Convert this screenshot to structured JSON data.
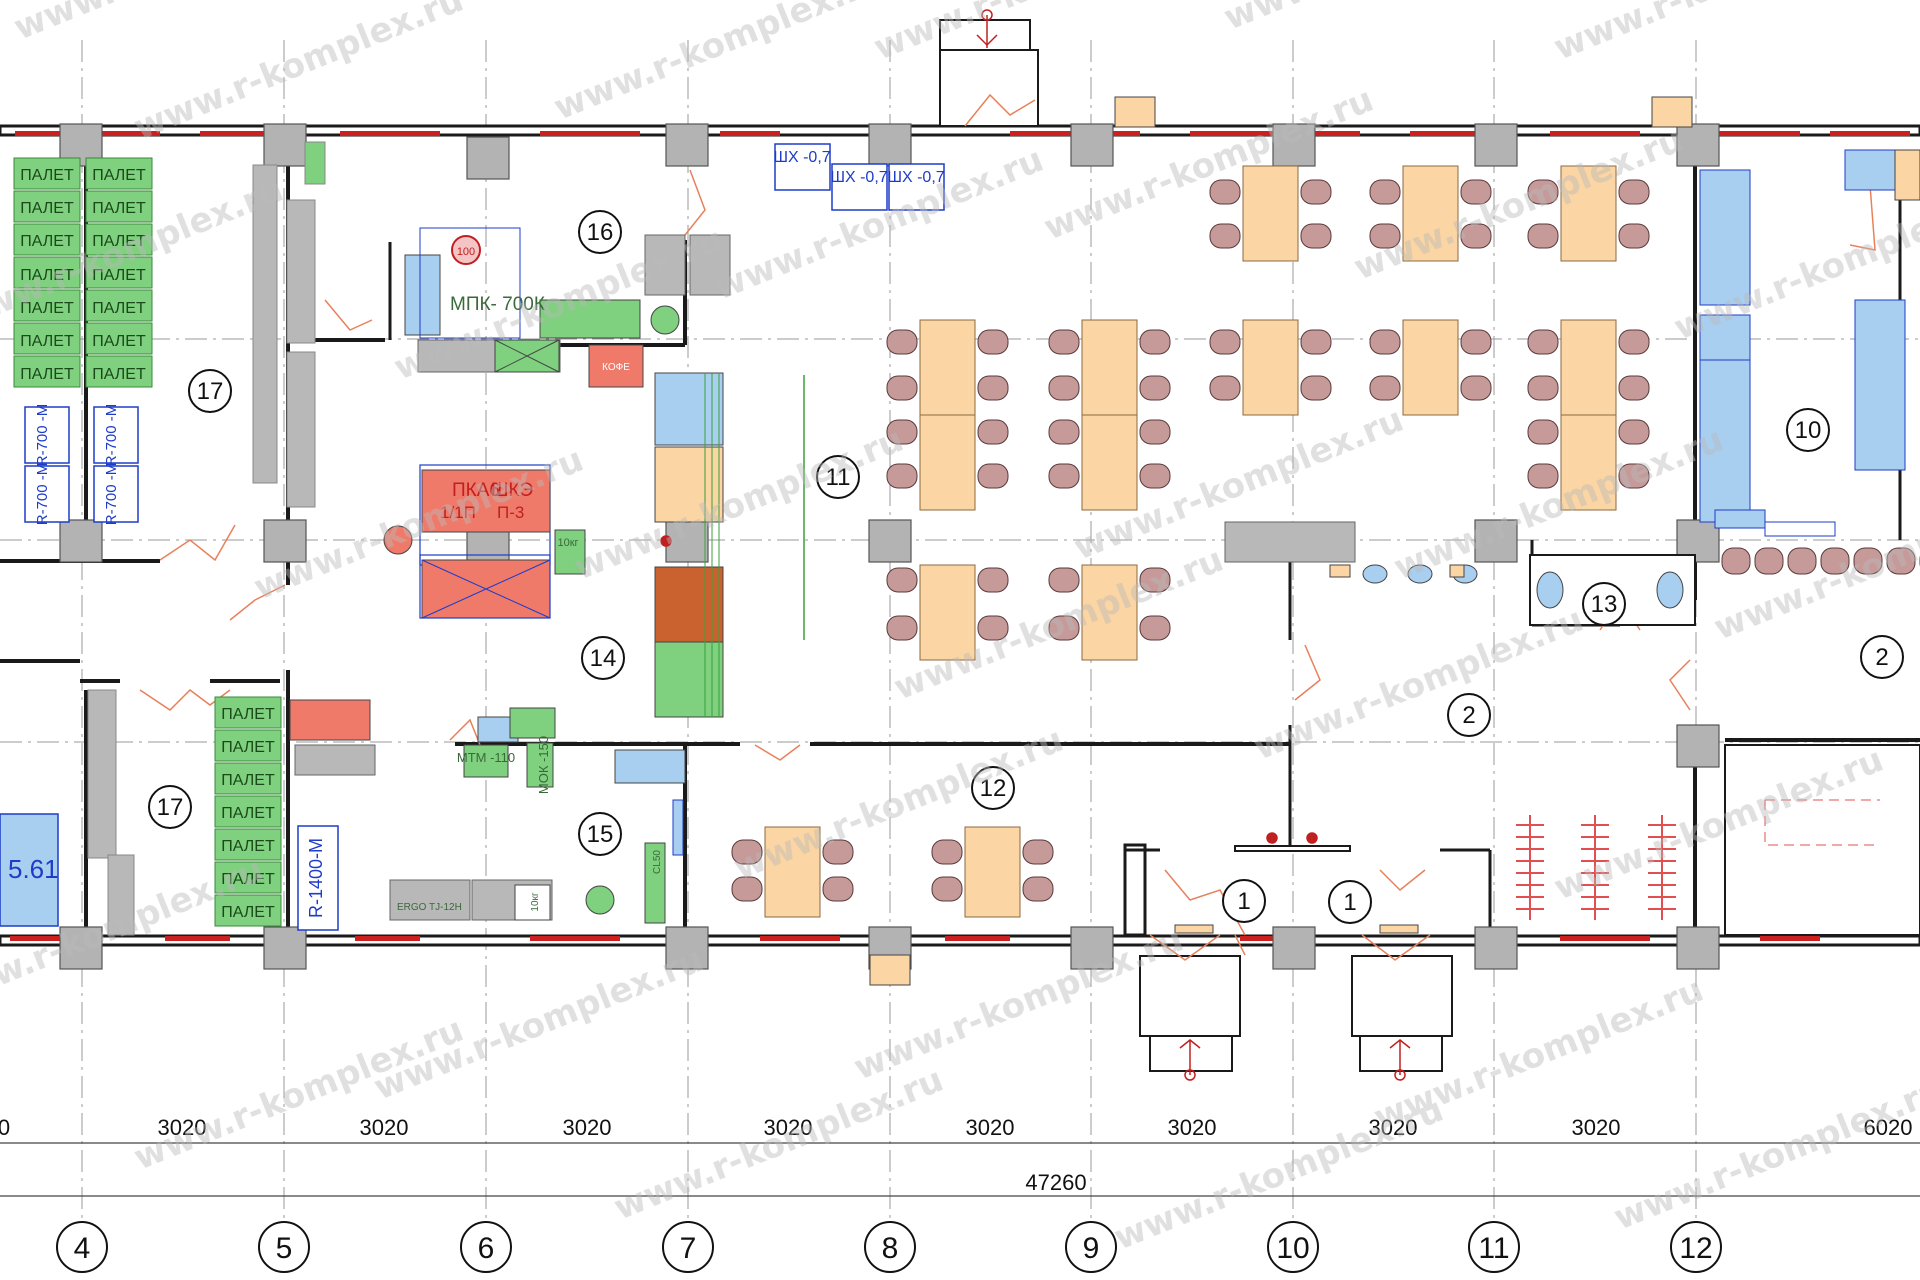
{
  "colors": {
    "wall": "#1a1a1a",
    "column": "#b3b3b3",
    "storage": "#7fd07f",
    "table": "#fbd5a3",
    "chair": "#c79a9a",
    "equip_grey": "#b8b8b8",
    "equip_green": "#7fd07f",
    "equip_red": "#f07a6a",
    "equip_blue": "#a8cff0",
    "blue_label": "#1e3cc8",
    "door": "#e8805a",
    "window": "#cc2020",
    "dim_line": "#444444",
    "grid_line": "#9a9a9a",
    "watermark": "#b9b9b9"
  },
  "watermark": "www.r-komplex.ru",
  "grid_axes": [
    "4",
    "5",
    "6",
    "7",
    "8",
    "9",
    "10",
    "11",
    "12"
  ],
  "dimensions": {
    "spans": [
      "0",
      "3020",
      "3020",
      "3020",
      "3020",
      "3020",
      "3020",
      "3020",
      "3020",
      "6020"
    ],
    "total": "47260"
  },
  "rooms": {
    "r1a": "1",
    "r1b": "1",
    "r2a": "2",
    "r2b": "2",
    "r10": "10",
    "r11": "11",
    "r12": "12",
    "r13": "13",
    "r14": "14",
    "r15": "15",
    "r16": "16",
    "r17a": "17",
    "r17b": "17"
  },
  "storage": {
    "palet": "ПАЛЕТ",
    "r700": "R-700 -M",
    "r1400": "R-1400-M",
    "area_value": "5.61"
  },
  "cabinets": {
    "shx1": "ШХ -0,7",
    "shx2": "ШХ -0,7",
    "shx3": "ШХ -0,7"
  },
  "equipment": {
    "mpk": "МПК- 700К",
    "badge100": "100",
    "kofe": "КОФЕ",
    "pka": "ПКА6",
    "shke": "ШКЭ",
    "pka_sub": "1/1П",
    "shke_sub": "П-3",
    "kg10": "10кг",
    "mtm": "МТМ -110",
    "mok": "МОК -150",
    "ergo": "ERGO TJ-12H",
    "kg10b": "10кг",
    "cl50": "CL50"
  }
}
